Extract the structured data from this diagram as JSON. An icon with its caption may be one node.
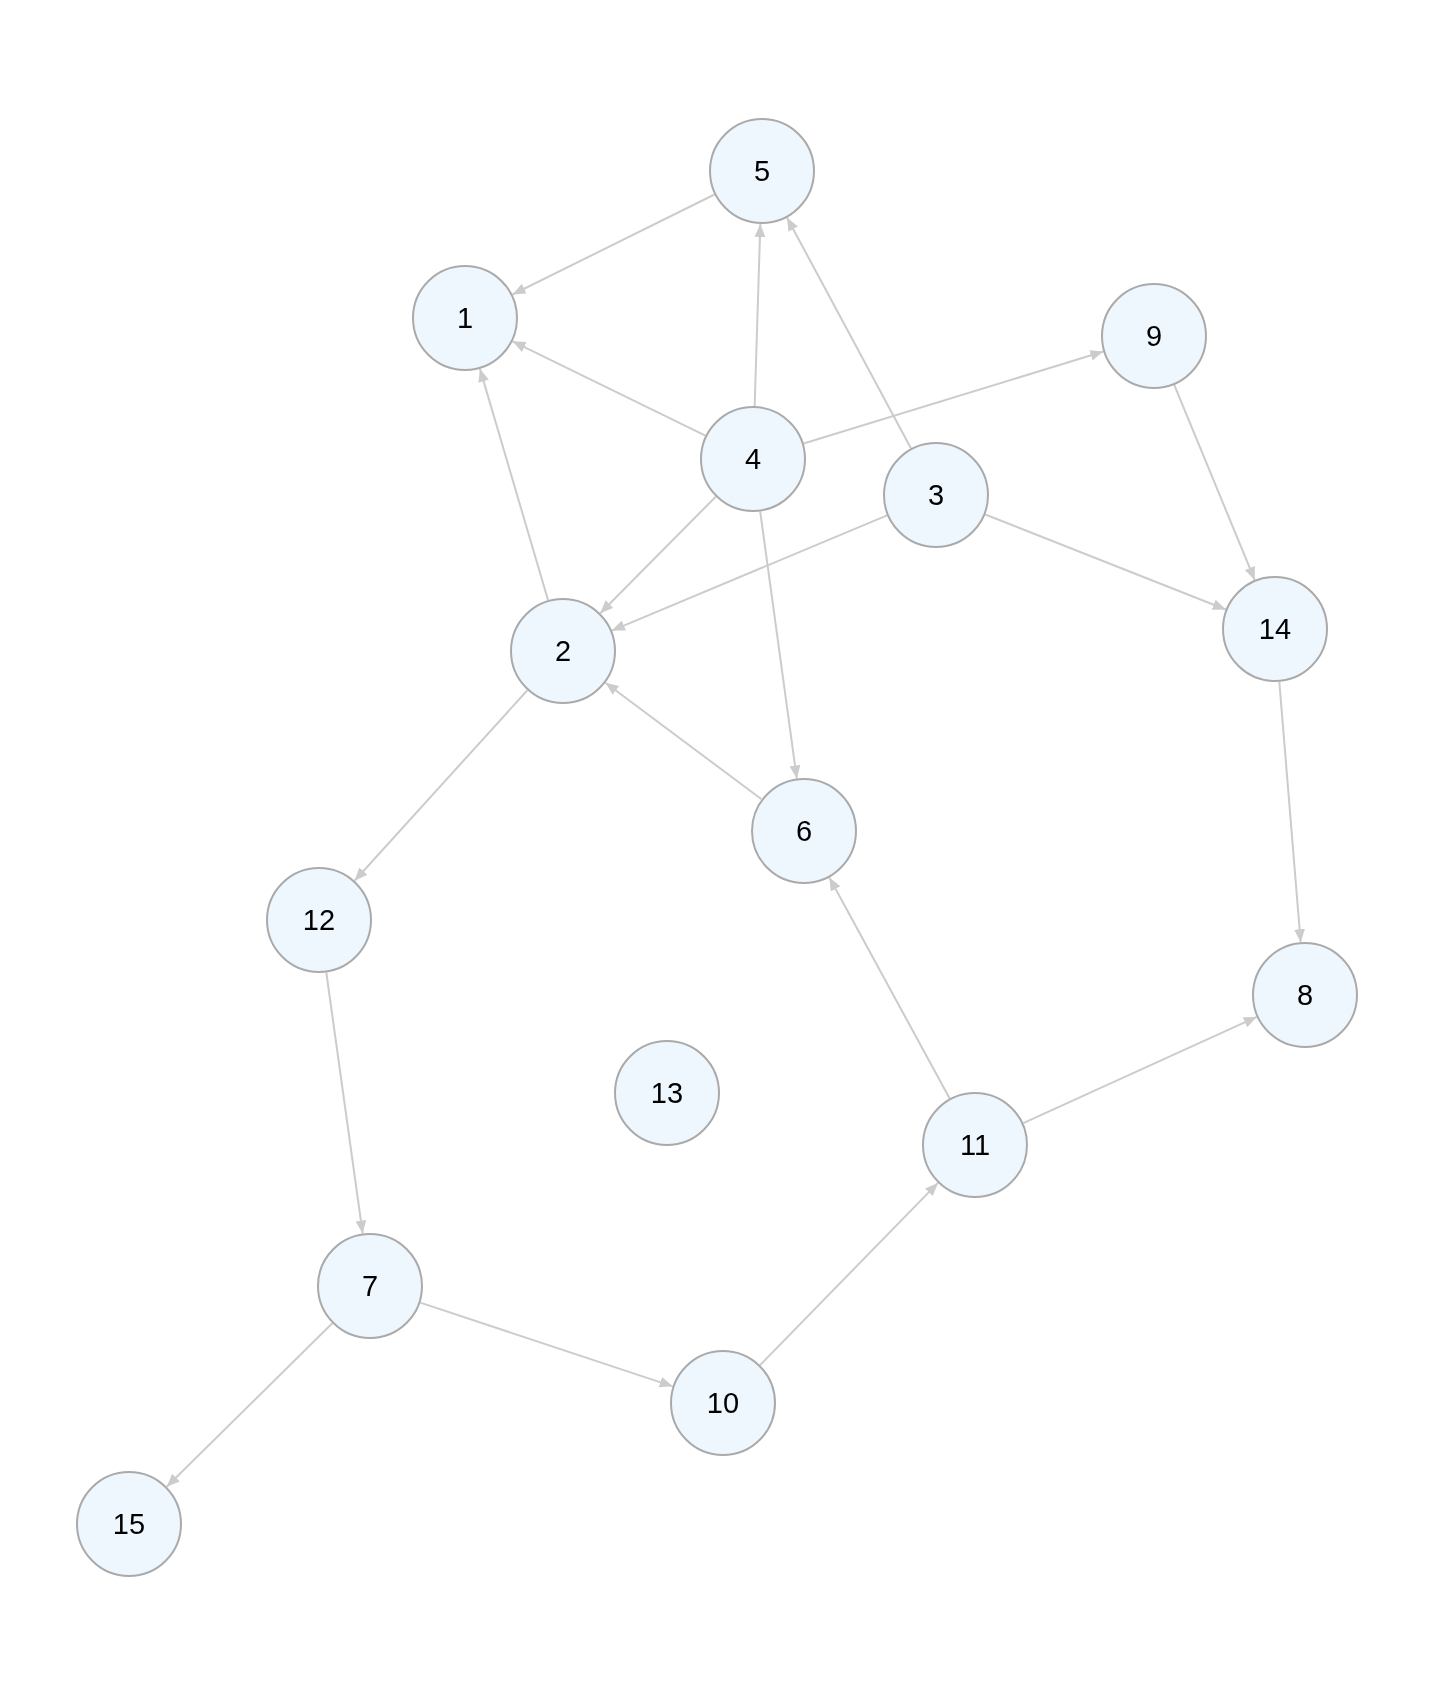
{
  "diagram": {
    "nodes": [
      {
        "text": [
          "5"
        ]
      },
      {
        "text": [
          "1"
        ]
      },
      {
        "text": [
          "9"
        ]
      },
      {
        "text": [
          "4"
        ]
      },
      {
        "text": [
          "3"
        ]
      },
      {
        "text": [
          "14"
        ]
      },
      {
        "text": [
          "2"
        ]
      },
      {
        "text": [
          "6"
        ]
      },
      {
        "text": [
          "12"
        ]
      },
      {
        "text": [
          "8"
        ]
      },
      {
        "text": [
          "13"
        ]
      },
      {
        "text": [
          "11"
        ]
      },
      {
        "text": [
          "7"
        ]
      },
      {
        "text": [
          "10"
        ]
      },
      {
        "text": [
          "15"
        ]
      }
    ],
    "edges": [
      {
        "from": 0,
        "to": 1,
        "arrow": "to"
      },
      {
        "from": 3,
        "to": 1,
        "arrow": "to"
      },
      {
        "from": 3,
        "to": 0,
        "arrow": "to"
      },
      {
        "from": 4,
        "to": 0,
        "arrow": "to"
      },
      {
        "from": 3,
        "to": 2,
        "arrow": "to"
      },
      {
        "from": 2,
        "to": 5,
        "arrow": "to"
      },
      {
        "from": 4,
        "to": 5,
        "arrow": "to"
      },
      {
        "from": 3,
        "to": 6,
        "arrow": "to"
      },
      {
        "from": 4,
        "to": 6,
        "arrow": "to"
      },
      {
        "from": 6,
        "to": 1,
        "arrow": "to"
      },
      {
        "from": 3,
        "to": 7,
        "arrow": "to"
      },
      {
        "from": 7,
        "to": 6,
        "arrow": "to"
      },
      {
        "from": 6,
        "to": 8,
        "arrow": "to"
      },
      {
        "from": 5,
        "to": 9,
        "arrow": "to"
      },
      {
        "from": 11,
        "to": 7,
        "arrow": "to"
      },
      {
        "from": 11,
        "to": 9,
        "arrow": "to"
      },
      {
        "from": 8,
        "to": 12,
        "arrow": "to"
      },
      {
        "from": 12,
        "to": 13,
        "arrow": "to"
      },
      {
        "from": 13,
        "to": 11,
        "arrow": "to"
      },
      {
        "from": 12,
        "to": 14,
        "arrow": "to"
      }
    ]
  }
}
